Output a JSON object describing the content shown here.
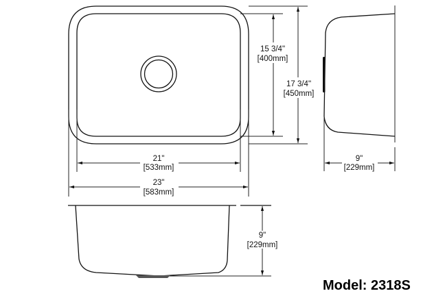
{
  "model_label": "Model: 2318S",
  "top_view": {
    "inner_length": {
      "imperial": "15 3/4\"",
      "metric": "[400mm]"
    },
    "outer_length": {
      "imperial": "17 3/4\"",
      "metric": "[450mm]"
    },
    "inner_width": {
      "imperial": "21\"",
      "metric": "[533mm]"
    },
    "outer_width": {
      "imperial": "23\"",
      "metric": "[583mm]"
    }
  },
  "side_view": {
    "depth": {
      "imperial": "9\"",
      "metric": "[229mm]"
    }
  },
  "front_view": {
    "depth": {
      "imperial": "9\"",
      "metric": "[229mm]"
    }
  }
}
